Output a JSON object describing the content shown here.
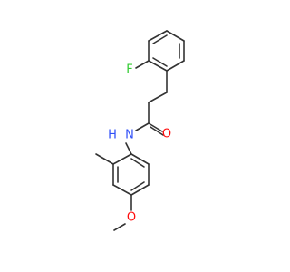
{
  "molecule": {
    "atoms": {
      "fluorine": {
        "label": "F",
        "color": "#33cc33"
      },
      "amide_nitrogen": {
        "label": "N",
        "color": "#3050f8"
      },
      "amide_hydrogen": {
        "label": "H",
        "color": "#3050f8"
      },
      "carbonyl_oxygen": {
        "label": "O",
        "color": "#ff0d0d"
      },
      "methoxy_oxygen": {
        "label": "O",
        "color": "#ff0d0d"
      }
    },
    "bond_color": "#333333"
  }
}
